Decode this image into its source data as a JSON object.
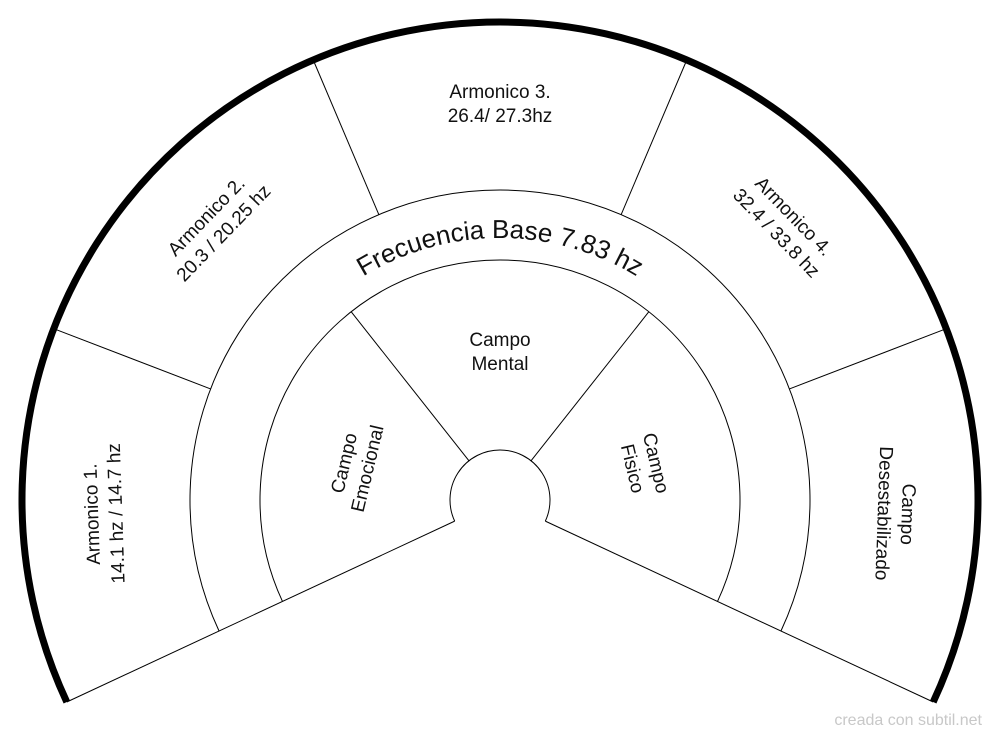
{
  "diagram": {
    "base_ring_label": "Frecuencia Base 7.83 hz",
    "outer_sectors": [
      {
        "lines": [
          "Armonico 1.",
          "14.1 hz / 14.7 hz"
        ]
      },
      {
        "lines": [
          "Armonico 2.",
          "20.3 / 20.25 hz"
        ]
      },
      {
        "lines": [
          "Armonico 3.",
          "26.4/ 27.3hz"
        ]
      },
      {
        "lines": [
          "Armonico 4.",
          "32.4 / 33.8 hz"
        ]
      },
      {
        "lines": [
          "Campo",
          "Desestabilizado"
        ]
      }
    ],
    "inner_sectors": [
      {
        "lines": [
          "Campo",
          "Emocional"
        ]
      },
      {
        "lines": [
          "Campo",
          "Mental"
        ]
      },
      {
        "lines": [
          "Campo",
          "Fisico"
        ]
      }
    ]
  },
  "watermark": "creada con subtil.net"
}
